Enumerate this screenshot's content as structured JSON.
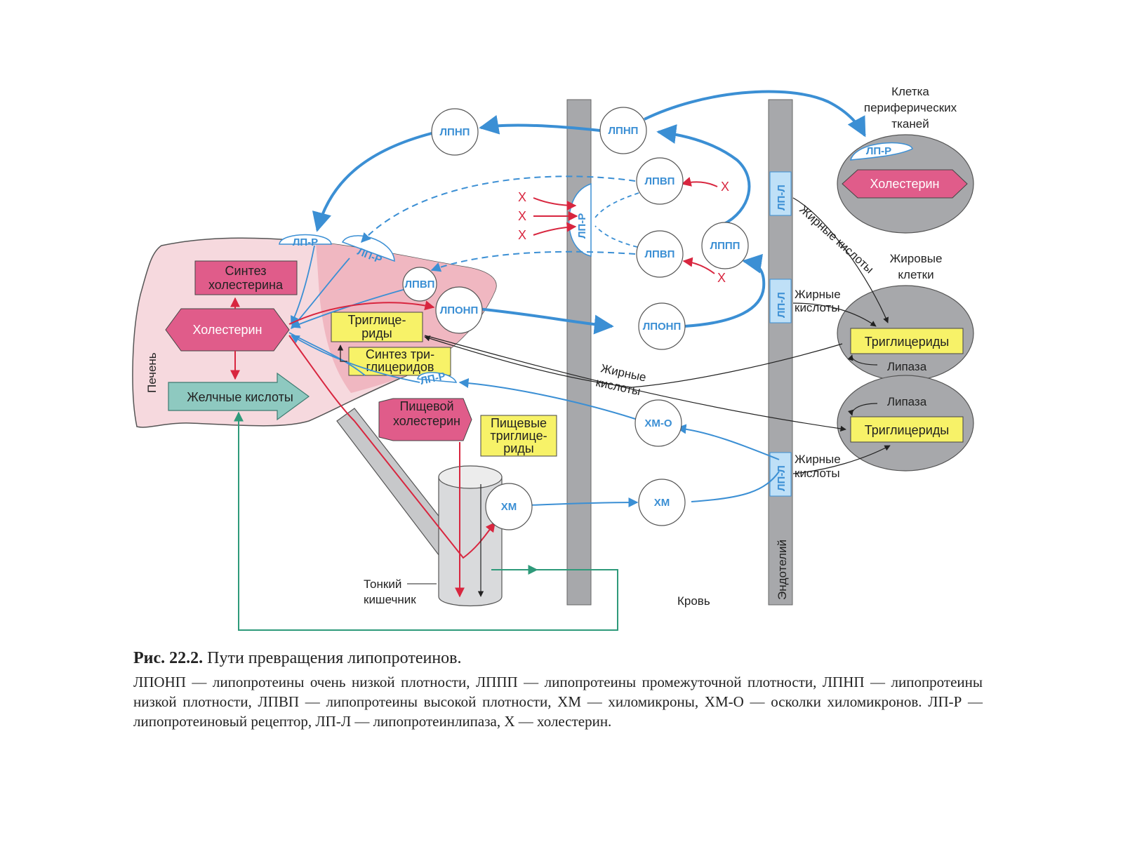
{
  "diagram": {
    "liver_label": "Печень",
    "chol_synthesis": [
      "Синтез",
      "холестерина"
    ],
    "liver_cholesterol": "Холестерин",
    "bile_acids": "Желчные кислоты",
    "liver_tg": [
      "Триглице-",
      "риды"
    ],
    "tg_synthesis": [
      "Синтез три-",
      "глицеридов"
    ],
    "dietary_chol": [
      "Пищевой",
      "холестерин"
    ],
    "dietary_tg": [
      "Пищевые",
      "триглице-",
      "риды"
    ],
    "small_intestine": [
      "Тонкий",
      "кишечник"
    ],
    "blood": "Кровь",
    "endothelium": "Эндотелий",
    "peripheral_cell": [
      "Клетка",
      "периферических",
      "тканей"
    ],
    "peripheral_cholesterol": "Холестерин",
    "fat_cells": [
      "Жировые",
      "клетки"
    ],
    "fat_tg_1": "Триглицериды",
    "fat_lipase_1": "Липаза",
    "fat_lipase_2": "Липаза",
    "fat_tg_2": "Триглицериды",
    "fatty_acids_1": "Жирные кислоты",
    "fatty_acids_2": [
      "Жирные",
      "кислоты"
    ],
    "fatty_acids_3": [
      "Жирные",
      "кислоты"
    ],
    "fatty_acids_4": [
      "Жирные",
      "кислоты"
    ],
    "ldl": "ЛПНП",
    "hdl": "ЛПВП",
    "vldl": "ЛПОНП",
    "idl": "ЛППП",
    "chylomicron": "ХМ",
    "chylo_remnant": "ХМ-О",
    "lp_receptor": "ЛП-Р",
    "lp_lipase": "ЛП-Л",
    "cholesterol_x": "Х",
    "colors": {
      "blue": "#3b8fd4",
      "red": "#d8263f",
      "green": "#2e9a7a",
      "liver_pink": "#f6d9de",
      "magenta": "#e05c8a",
      "yellow": "#f7f268",
      "teal_arrow": "#8ec9c0",
      "gray": "#a7a8ab"
    }
  },
  "caption": {
    "title_bold": "Рис. 22.2.",
    "title_text": "Пути превращения липопротеинов.",
    "body": "ЛПОНП — липопротеины очень низкой плотности, ЛППП — липопротеины промежуточной плотности, ЛПНП — липопротеины низкой плотности, ЛПВП — липопротеины высокой плотности, ХМ — хиломикроны, ХМ-О — осколки хиломикронов. ЛП-Р — липопротеиновый рецептор, ЛП-Л — липопротеинлипаза, Х — холестерин."
  }
}
